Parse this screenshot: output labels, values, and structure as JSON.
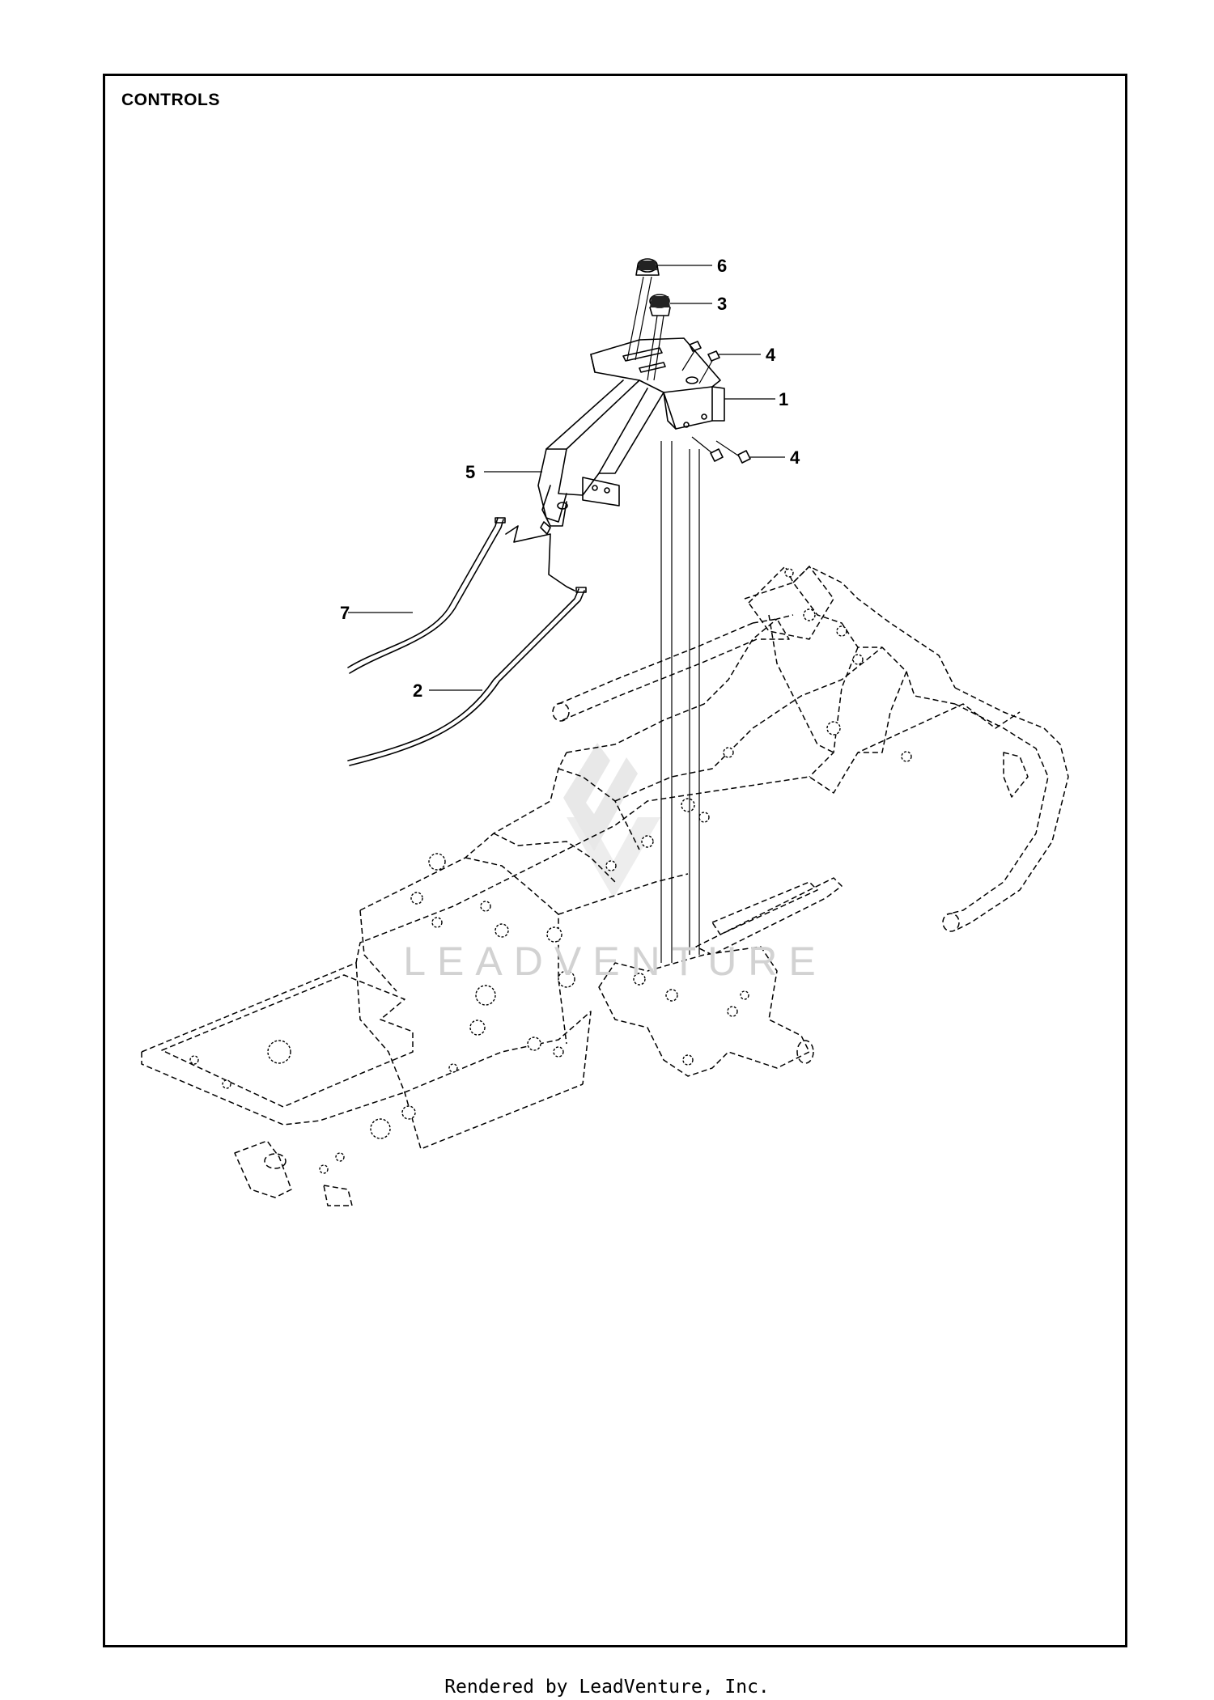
{
  "diagram": {
    "title": "CONTROLS",
    "callouts": [
      {
        "id": "6",
        "label": "6"
      },
      {
        "id": "3",
        "label": "3"
      },
      {
        "id": "4a",
        "label": "4"
      },
      {
        "id": "1",
        "label": "1"
      },
      {
        "id": "4b",
        "label": "4"
      },
      {
        "id": "5",
        "label": "5"
      },
      {
        "id": "7",
        "label": "7"
      },
      {
        "id": "2",
        "label": "2"
      }
    ],
    "watermark": "LEADVENTURE"
  },
  "footer": {
    "text": "Rendered by LeadVenture, Inc."
  }
}
